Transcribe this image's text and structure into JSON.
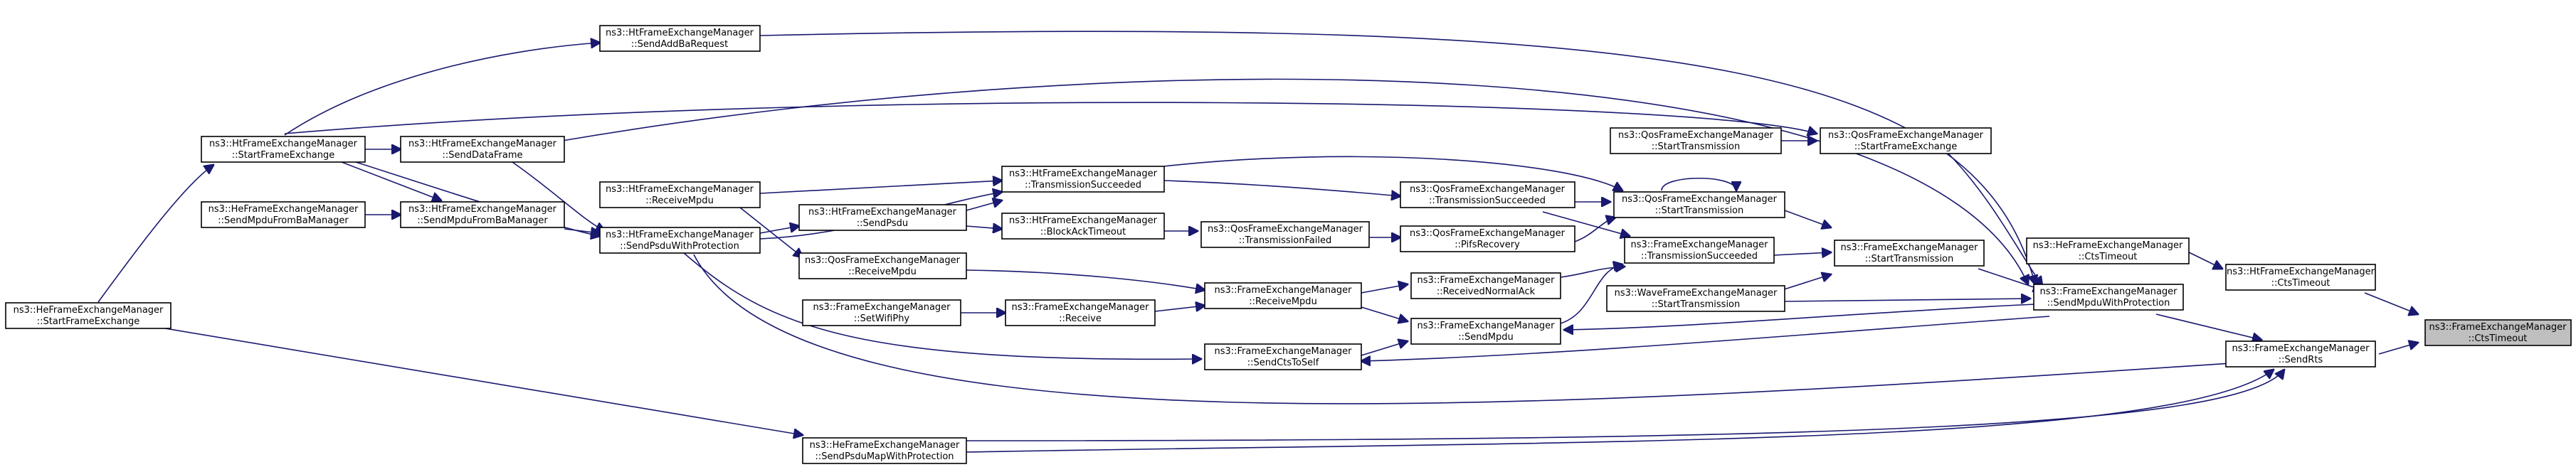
{
  "nodes": {
    "target": {
      "line1": "ns3::FrameExchangeManager",
      "line2": "::CtsTimeout"
    },
    "ht_ctstimeout": {
      "line1": "ns3::HtFrameExchangeManager",
      "line2": "::CtsTimeout"
    },
    "he_ctstimeout": {
      "line1": "ns3::HeFrameExchangeManager",
      "line2": "::CtsTimeout"
    },
    "fem_sendrts": {
      "line1": "ns3::FrameExchangeManager",
      "line2": "::SendRts"
    },
    "fem_sendmpduwithprot": {
      "line1": "ns3::FrameExchangeManager",
      "line2": "::SendMpduWithProtection"
    },
    "qos_startframe": {
      "line1": "ns3::QosFrameExchangeManager",
      "line2": "::StartFrameExchange"
    },
    "qos_starttx_a": {
      "line1": "ns3::QosFrameExchangeManager",
      "line2": "::StartTransmission"
    },
    "fem_starttx": {
      "line1": "ns3::FrameExchangeManager",
      "line2": "::StartTransmission"
    },
    "qos_starttx_b": {
      "line1": "ns3::QosFrameExchangeManager",
      "line2": "::StartTransmission"
    },
    "fem_txsucceeded": {
      "line1": "ns3::FrameExchangeManager",
      "line2": "::TransmissionSucceeded"
    },
    "wave_starttx": {
      "line1": "ns3::WaveFrameExchangeManager",
      "line2": "::StartTransmission"
    },
    "qos_txsucceeded": {
      "line1": "ns3::QosFrameExchangeManager",
      "line2": "::TransmissionSucceeded"
    },
    "qos_pifs": {
      "line1": "ns3::QosFrameExchangeManager",
      "line2": "::PifsRecovery"
    },
    "fem_recvnormalack": {
      "line1": "ns3::FrameExchangeManager",
      "line2": "::ReceivedNormalAck"
    },
    "fem_sendmpdu": {
      "line1": "ns3::FrameExchangeManager",
      "line2": "::SendMpdu"
    },
    "ht_txsucceeded": {
      "line1": "ns3::HtFrameExchangeManager",
      "line2": "::TransmissionSucceeded"
    },
    "ht_blockacktimeout": {
      "line1": "ns3::HtFrameExchangeManager",
      "line2": "::BlockAckTimeout"
    },
    "qos_txfailed": {
      "line1": "ns3::QosFrameExchangeManager",
      "line2": "::TransmissionFailed"
    },
    "fem_receivempdu": {
      "line1": "ns3::FrameExchangeManager",
      "line2": "::ReceiveMpdu"
    },
    "fem_receive": {
      "line1": "ns3::FrameExchangeManager",
      "line2": "::Receive"
    },
    "fem_setwifiphy": {
      "line1": "ns3::FrameExchangeManager",
      "line2": "::SetWifiPhy"
    },
    "fem_sendctstoself": {
      "line1": "ns3::FrameExchangeManager",
      "line2": "::SendCtsToSelf"
    },
    "he_sendpsdumap": {
      "line1": "ns3::HeFrameExchangeManager",
      "line2": "::SendPsduMapWithProtection"
    },
    "ht_sendpsdu": {
      "line1": "ns3::HtFrameExchangeManager",
      "line2": "::SendPsdu"
    },
    "qos_receivempdu": {
      "line1": "ns3::QosFrameExchangeManager",
      "line2": "::ReceiveMpdu"
    },
    "ht_sendaddba": {
      "line1": "ns3::HtFrameExchangeManager",
      "line2": "::SendAddBaRequest"
    },
    "ht_receivempdu": {
      "line1": "ns3::HtFrameExchangeManager",
      "line2": "::ReceiveMpdu"
    },
    "ht_sendpsduwithprot": {
      "line1": "ns3::HtFrameExchangeManager",
      "line2": "::SendPsduWithProtection"
    },
    "ht_senddataframe": {
      "line1": "ns3::HtFrameExchangeManager",
      "line2": "::SendDataFrame"
    },
    "ht_sendmpdufromba": {
      "line1": "ns3::HtFrameExchangeManager",
      "line2": "::SendMpduFromBaManager"
    },
    "he_sendmpdufromba": {
      "line1": "ns3::HeFrameExchangeManager",
      "line2": "::SendMpduFromBaManager"
    },
    "ht_startframe": {
      "line1": "ns3::HtFrameExchangeManager",
      "line2": "::StartFrameExchange"
    },
    "he_startframe": {
      "line1": "ns3::HeFrameExchangeManager",
      "line2": "::StartFrameExchange"
    }
  }
}
